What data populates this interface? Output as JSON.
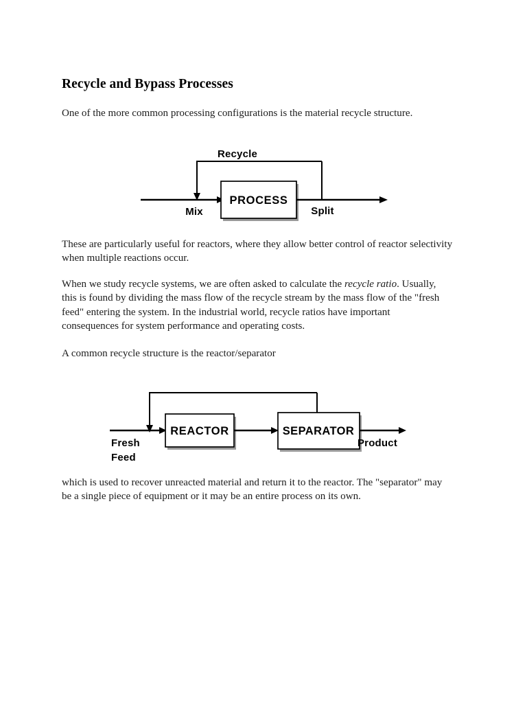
{
  "document": {
    "title": "Recycle and Bypass Processes",
    "paragraphs": {
      "intro": "One of the more common processing configurations is the material recycle structure.",
      "useful": "These are particularly useful for reactors, where they allow better control of reactor selectivity when multiple reactions occur.",
      "ratio_before_italic": "When we study recycle systems, we are often asked to calculate the ",
      "ratio_italic": "recycle ratio",
      "ratio_after_italic": ". Usually, this is found by dividing the mass flow of the recycle stream by the mass flow of the \"fresh feed\" entering the system. In the industrial world, recycle ratios have important consequences for system performance and operating costs.",
      "common": "A common recycle structure is the reactor/separator",
      "which": "which is used to recover unreacted material and return it to the reactor. The \"separator\" may be a single piece of equipment or it may be an entire process on its own."
    }
  },
  "diagram_recycle": {
    "name": "material recycle structure",
    "block_label": "PROCESS",
    "labels": {
      "recycle": "Recycle",
      "mix": "Mix",
      "split": "Split"
    }
  },
  "diagram_reactor_separator": {
    "name": "reactor/separator recycle structure",
    "block_labels": {
      "reactor": "REACTOR",
      "separator": "SEPARATOR"
    },
    "labels": {
      "fresh_feed_line1": "Fresh",
      "fresh_feed_line2": "Feed",
      "product": "Product"
    }
  },
  "colors": {
    "page_background": "#ffffff",
    "text": "#1c1c1c",
    "heading": "#000000",
    "diagram_stroke": "#000000",
    "box_shadow": "#9a9a9a"
  }
}
